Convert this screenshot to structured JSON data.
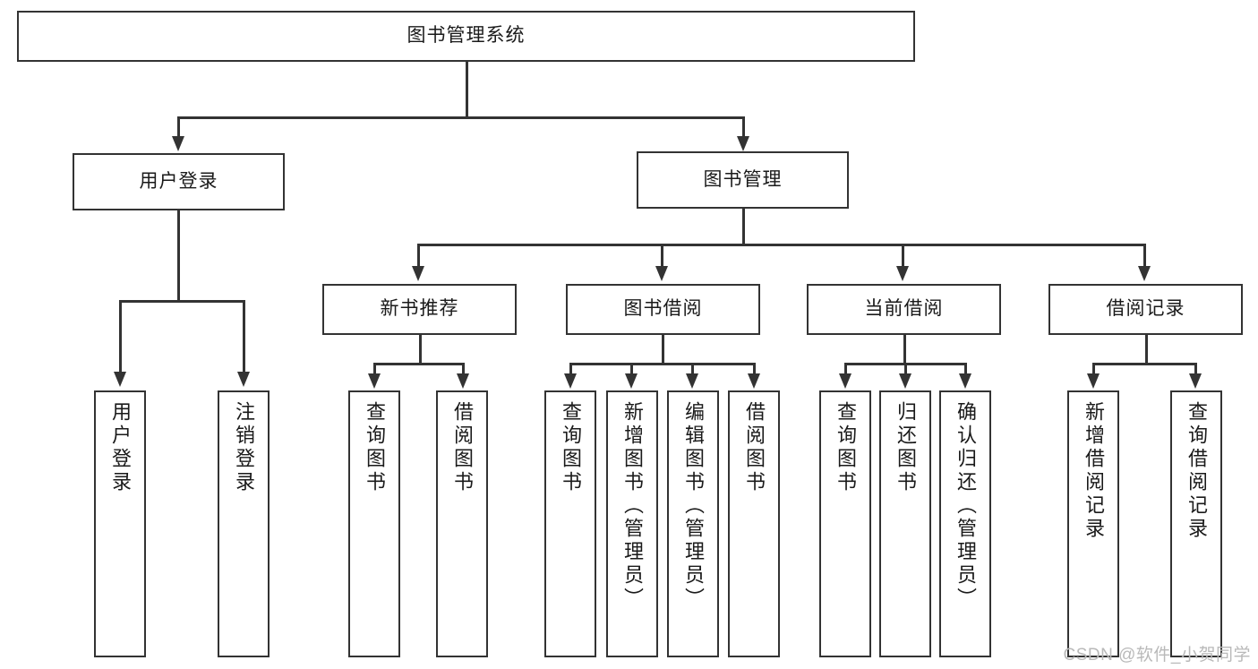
{
  "diagram": {
    "type": "tree-hierarchy",
    "title": "图书管理系统",
    "watermark": "CSDN @软件_小贺同学",
    "colors": {
      "stroke": "#333333",
      "fill": "#ffffff",
      "text": "#1a1a1a",
      "watermark": "#b9b9b9"
    },
    "levels": [
      {
        "level": 1,
        "nodes": [
          {
            "id": "root",
            "label": "图书管理系统"
          }
        ]
      },
      {
        "level": 2,
        "nodes": [
          {
            "id": "login",
            "label": "用户登录",
            "parent": "root"
          },
          {
            "id": "bookmgmt",
            "label": "图书管理",
            "parent": "root"
          }
        ]
      },
      {
        "level": 3,
        "nodes": [
          {
            "id": "newbook",
            "label": "新书推荐",
            "parent": "bookmgmt"
          },
          {
            "id": "borrow",
            "label": "图书借阅",
            "parent": "bookmgmt"
          },
          {
            "id": "current",
            "label": "当前借阅",
            "parent": "bookmgmt"
          },
          {
            "id": "records",
            "label": "借阅记录",
            "parent": "bookmgmt"
          }
        ]
      },
      {
        "level": 4,
        "nodes": [
          {
            "id": "leaf1",
            "label": "用户登录",
            "parent": "login"
          },
          {
            "id": "leaf2",
            "label": "注销登录",
            "parent": "login"
          },
          {
            "id": "leaf3",
            "label": "查询图书",
            "parent": "newbook"
          },
          {
            "id": "leaf4",
            "label": "借阅图书",
            "parent": "newbook"
          },
          {
            "id": "leaf5",
            "label": "查询图书",
            "parent": "borrow"
          },
          {
            "id": "leaf6",
            "label": "新增图书（管理员）",
            "parent": "borrow"
          },
          {
            "id": "leaf7",
            "label": "编辑图书（管理员）",
            "parent": "borrow"
          },
          {
            "id": "leaf8",
            "label": "借阅图书",
            "parent": "borrow"
          },
          {
            "id": "leaf9",
            "label": "查询图书",
            "parent": "current"
          },
          {
            "id": "leaf10",
            "label": "归还图书",
            "parent": "current"
          },
          {
            "id": "leaf11",
            "label": "确认归还（管理员）",
            "parent": "current"
          },
          {
            "id": "leaf12",
            "label": "新增借阅记录",
            "parent": "records"
          },
          {
            "id": "leaf13",
            "label": "查询借阅记录",
            "parent": "records"
          }
        ]
      }
    ]
  }
}
